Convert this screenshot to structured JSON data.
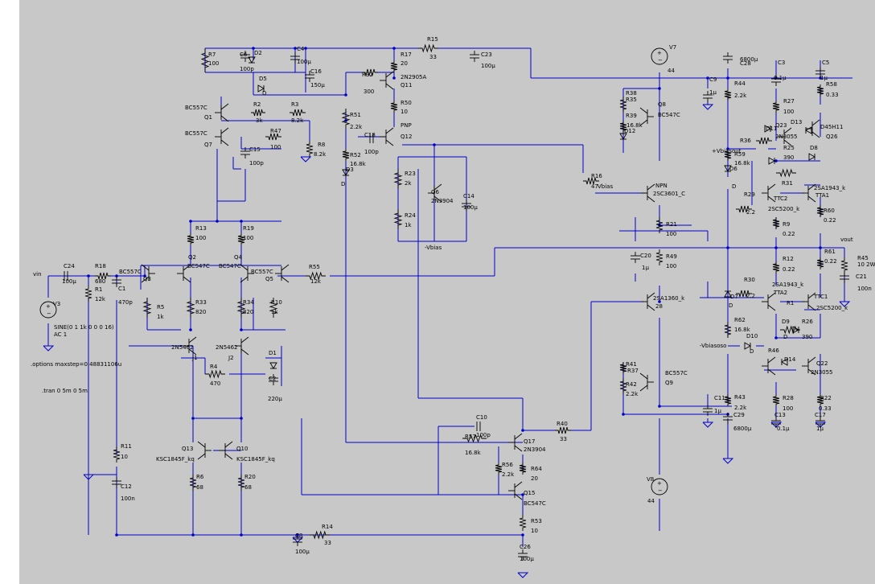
{
  "colors": {
    "wire": "#0000cc",
    "component": "#000000",
    "sheet": "#c8c8c8",
    "margin": "#ffffff"
  },
  "schematic": {
    "labels": [
      {
        "id": "R7",
        "text": "R7"
      },
      {
        "id": "R7v",
        "text": "100"
      },
      {
        "id": "C6",
        "text": "C6"
      },
      {
        "id": "C6v",
        "text": "100p"
      },
      {
        "id": "D2",
        "text": "D2"
      },
      {
        "id": "C4",
        "text": "C4"
      },
      {
        "id": "C4v",
        "text": "100µ"
      },
      {
        "id": "C16",
        "text": "C16"
      },
      {
        "id": "C16v",
        "text": "150µ"
      },
      {
        "id": "D5",
        "text": "D5"
      },
      {
        "id": "D5d",
        "text": "D"
      },
      {
        "id": "R15",
        "text": "R15"
      },
      {
        "id": "R15v",
        "text": "33"
      },
      {
        "id": "R17",
        "text": "R17"
      },
      {
        "id": "R17v",
        "text": "20"
      },
      {
        "id": "C23",
        "text": "C23"
      },
      {
        "id": "C23v",
        "text": "100µ"
      },
      {
        "id": "V7",
        "text": "V7"
      },
      {
        "id": "V7v",
        "text": "44"
      },
      {
        "id": "C28v",
        "text": "6800µ"
      },
      {
        "id": "C28",
        "text": "C28"
      },
      {
        "id": "C3",
        "text": "C3"
      },
      {
        "id": "C3v",
        "text": "0.1µ"
      },
      {
        "id": "C5",
        "text": "C5"
      },
      {
        "id": "C5v",
        "text": "1µ"
      },
      {
        "id": "R32",
        "text": "R32"
      },
      {
        "id": "R32v",
        "text": "300"
      },
      {
        "id": "Q11t",
        "text": "2N2905A"
      },
      {
        "id": "Q11",
        "text": "Q11"
      },
      {
        "id": "R50",
        "text": "R50"
      },
      {
        "id": "R50v",
        "text": "10"
      },
      {
        "id": "PNP",
        "text": "PNP"
      },
      {
        "id": "Q12",
        "text": "Q12"
      },
      {
        "id": "C18",
        "text": "C18"
      },
      {
        "id": "C18v",
        "text": "100p"
      },
      {
        "id": "R51",
        "text": "R51"
      },
      {
        "id": "R51v",
        "text": "2.2k"
      },
      {
        "id": "R52",
        "text": "R52"
      },
      {
        "id": "R52v",
        "text": "16.8k"
      },
      {
        "id": "D3",
        "text": "D3"
      },
      {
        "id": "D3d",
        "text": "D"
      },
      {
        "id": "BC1",
        "text": "BC557C"
      },
      {
        "id": "Q1",
        "text": "Q1"
      },
      {
        "id": "BC2",
        "text": "BC557C"
      },
      {
        "id": "Q7",
        "text": "Q7"
      },
      {
        "id": "R2",
        "text": "R2"
      },
      {
        "id": "R2v",
        "text": "3k"
      },
      {
        "id": "R3",
        "text": "R3"
      },
      {
        "id": "R3v",
        "text": "8.2k"
      },
      {
        "id": "R47",
        "text": "R47"
      },
      {
        "id": "R47v",
        "text": "100"
      },
      {
        "id": "R8",
        "text": "R8"
      },
      {
        "id": "R8v",
        "text": "8.2k"
      },
      {
        "id": "C15",
        "text": "C15"
      },
      {
        "id": "C15v",
        "text": "100p"
      },
      {
        "id": "R23",
        "text": "R23"
      },
      {
        "id": "R23v",
        "text": "2k"
      },
      {
        "id": "Q6",
        "text": "Q6"
      },
      {
        "id": "Q6t",
        "text": "2N3904"
      },
      {
        "id": "R24",
        "text": "R24"
      },
      {
        "id": "R24v",
        "text": "1k"
      },
      {
        "id": "C14",
        "text": "C14"
      },
      {
        "id": "C14v",
        "text": "100µ"
      },
      {
        "id": "vbias",
        "text": "-Vbias"
      },
      {
        "id": "R16",
        "text": "R16"
      },
      {
        "id": "R16v",
        "text": "47"
      },
      {
        "id": "vbias2",
        "text": "Vbias"
      },
      {
        "id": "R38",
        "text": "R38"
      },
      {
        "id": "R35",
        "text": "R35"
      },
      {
        "id": "R39",
        "text": "R39"
      },
      {
        "id": "R39v",
        "text": "16.8k"
      },
      {
        "id": "D12",
        "text": "D12"
      },
      {
        "id": "Q8",
        "text": "Q8"
      },
      {
        "id": "Q8t",
        "text": "BC547C"
      },
      {
        "id": "NPN",
        "text": "NPN"
      },
      {
        "id": "Q2SC",
        "text": "2SC3601_C"
      },
      {
        "id": "R21",
        "text": "R21"
      },
      {
        "id": "R21v",
        "text": "100"
      },
      {
        "id": "R49",
        "text": "R49"
      },
      {
        "id": "R49v",
        "text": "100"
      },
      {
        "id": "C20",
        "text": "C20"
      },
      {
        "id": "C20v",
        "text": "1µ"
      },
      {
        "id": "Q2SA",
        "text": "2SA1360_k"
      },
      {
        "id": "Q2SAn",
        "text": "28"
      },
      {
        "id": "R41",
        "text": "R41"
      },
      {
        "id": "R37",
        "text": "R37"
      },
      {
        "id": "R42",
        "text": "R42"
      },
      {
        "id": "R42v",
        "text": "2.2k"
      },
      {
        "id": "Q9t",
        "text": "BC557C"
      },
      {
        "id": "Q9",
        "text": "Q9"
      },
      {
        "id": "C9",
        "text": "C9"
      },
      {
        "id": "C9v",
        "text": "1µ"
      },
      {
        "id": "R44",
        "text": "R44"
      },
      {
        "id": "R44v",
        "text": "2.2k"
      },
      {
        "id": "R27",
        "text": "R27"
      },
      {
        "id": "R27v",
        "text": "100"
      },
      {
        "id": "R58",
        "text": "R58"
      },
      {
        "id": "R58v",
        "text": "0.33"
      },
      {
        "id": "D11",
        "text": "D11"
      },
      {
        "id": "Q23",
        "text": "Q23"
      },
      {
        "id": "D13",
        "text": "D13"
      },
      {
        "id": "Q2N",
        "text": "2N3055"
      },
      {
        "id": "D45",
        "text": "D45H11"
      },
      {
        "id": "Q26",
        "text": "Q26"
      },
      {
        "id": "vbiasout",
        "text": "+Vbiasout"
      },
      {
        "id": "R36",
        "text": "R36"
      },
      {
        "id": "R59",
        "text": "R59"
      },
      {
        "id": "R59v",
        "text": "16.8k"
      },
      {
        "id": "D6",
        "text": "D6"
      },
      {
        "id": "D6d",
        "text": "D"
      },
      {
        "id": "R25",
        "text": "R25"
      },
      {
        "id": "R25v",
        "text": "390"
      },
      {
        "id": "D8",
        "text": "D8"
      },
      {
        "id": "R29",
        "text": "R29"
      },
      {
        "id": "R29v",
        "text": "2.2"
      },
      {
        "id": "R31",
        "text": "R31"
      },
      {
        "id": "TTC2",
        "text": "TTC2"
      },
      {
        "id": "Q2SC52",
        "text": "2SC5200_k"
      },
      {
        "id": "Q2SA1943",
        "text": "2SA1943_k"
      },
      {
        "id": "TTA1",
        "text": "TTA1"
      },
      {
        "id": "R9",
        "text": "R9"
      },
      {
        "id": "R9v",
        "text": "0.22"
      },
      {
        "id": "R60",
        "text": "R60"
      },
      {
        "id": "R60v",
        "text": "0.22"
      },
      {
        "id": "vout",
        "text": "vout"
      },
      {
        "id": "R61",
        "text": "R61"
      },
      {
        "id": "R61v",
        "text": "0.22"
      },
      {
        "id": "R45",
        "text": "R45"
      },
      {
        "id": "R45v",
        "text": "10 2W"
      },
      {
        "id": "C21",
        "text": "C21"
      },
      {
        "id": "C21v",
        "text": "100n"
      },
      {
        "id": "R12",
        "text": "R12"
      },
      {
        "id": "R12v",
        "text": "0.22"
      },
      {
        "id": "R30",
        "text": "R30"
      },
      {
        "id": "R30v",
        "text": "2.2"
      },
      {
        "id": "Q2SA1943b",
        "text": "2SA1943_k"
      },
      {
        "id": "TTA2",
        "text": "TTA2"
      },
      {
        "id": "R11b",
        "text": "R1"
      },
      {
        "id": "TTC1",
        "text": "TTC1"
      },
      {
        "id": "Q2SC52b",
        "text": "2SC5200_k"
      },
      {
        "id": "D7",
        "text": "D7"
      },
      {
        "id": "D7d",
        "text": "D"
      },
      {
        "id": "R62",
        "text": "R62"
      },
      {
        "id": "R62v",
        "text": "16.8k"
      },
      {
        "id": "D9",
        "text": "D9"
      },
      {
        "id": "D9d",
        "text": "D"
      },
      {
        "id": "R26",
        "text": "R26"
      },
      {
        "id": "R26v",
        "text": "390"
      },
      {
        "id": "vbiasoso",
        "text": "-Vbiasoso"
      },
      {
        "id": "D10",
        "text": "D10"
      },
      {
        "id": "D10d",
        "text": "D"
      },
      {
        "id": "R46",
        "text": "R46"
      },
      {
        "id": "D14",
        "text": "D14"
      },
      {
        "id": "Q22",
        "text": "Q22"
      },
      {
        "id": "Q2N2",
        "text": "2N3055"
      },
      {
        "id": "C11",
        "text": "C11"
      },
      {
        "id": "C11v",
        "text": "1µ"
      },
      {
        "id": "R43",
        "text": "R43"
      },
      {
        "id": "R43v",
        "text": "2.2k"
      },
      {
        "id": "C29",
        "text": "C29"
      },
      {
        "id": "C29v",
        "text": "6800µ"
      },
      {
        "id": "R28",
        "text": "R28"
      },
      {
        "id": "R28v",
        "text": "100"
      },
      {
        "id": "C13",
        "text": "C13"
      },
      {
        "id": "C13v",
        "text": "0.1µ"
      },
      {
        "id": "R22",
        "text": "R22"
      },
      {
        "id": "R22v",
        "text": "0.33"
      },
      {
        "id": "C17",
        "text": "C17"
      },
      {
        "id": "C17v",
        "text": "1µ"
      },
      {
        "id": "vin",
        "text": "vin"
      },
      {
        "id": "C24",
        "text": "C24"
      },
      {
        "id": "C24v",
        "text": "100µ"
      },
      {
        "id": "R18",
        "text": "R18"
      },
      {
        "id": "R18v",
        "text": "680"
      },
      {
        "id": "R1",
        "text": "R1"
      },
      {
        "id": "R1v",
        "text": "12k"
      },
      {
        "id": "C1",
        "text": "C1"
      },
      {
        "id": "C1v",
        "text": "470p"
      },
      {
        "id": "V3",
        "text": "V3"
      },
      {
        "id": "sine",
        "text": "SINE(0 1 1k 0 0 0 16)"
      },
      {
        "id": "ac",
        "text": "AC 1"
      },
      {
        "id": "opts",
        "text": ".options maxstep=0.48831106u"
      },
      {
        "id": "tran",
        "text": ".tran 0 5m 0 5m"
      },
      {
        "id": "R13",
        "text": "R13"
      },
      {
        "id": "R13v",
        "text": "100"
      },
      {
        "id": "R19",
        "text": "R19"
      },
      {
        "id": "R19v",
        "text": "100"
      },
      {
        "id": "BC3",
        "text": "BC557C"
      },
      {
        "id": "Q3",
        "text": "Q3"
      },
      {
        "id": "Q2",
        "text": "Q2"
      },
      {
        "id": "BC4",
        "text": "BC547C"
      },
      {
        "id": "Q4",
        "text": "Q4"
      },
      {
        "id": "BC5",
        "text": "BC547C"
      },
      {
        "id": "BC6",
        "text": "BC557C"
      },
      {
        "id": "Q5",
        "text": "Q5"
      },
      {
        "id": "R55",
        "text": "R55"
      },
      {
        "id": "R55v",
        "text": "12k"
      },
      {
        "id": "R5",
        "text": "R5"
      },
      {
        "id": "R5v",
        "text": "1k"
      },
      {
        "id": "R33",
        "text": "R33"
      },
      {
        "id": "R33v",
        "text": "820"
      },
      {
        "id": "R34",
        "text": "R34"
      },
      {
        "id": "R34v",
        "text": "820"
      },
      {
        "id": "R10",
        "text": "R10"
      },
      {
        "id": "R10v",
        "text": "1k"
      },
      {
        "id": "J1t",
        "text": "2N5462"
      },
      {
        "id": "J1",
        "text": "J1"
      },
      {
        "id": "J2t",
        "text": "2N5462"
      },
      {
        "id": "J2",
        "text": "J2"
      },
      {
        "id": "D1",
        "text": "D1"
      },
      {
        "id": "R4",
        "text": "R4"
      },
      {
        "id": "R4v",
        "text": "470"
      },
      {
        "id": "C2",
        "text": "C2"
      },
      {
        "id": "C2v",
        "text": "220µ"
      },
      {
        "id": "R11",
        "text": "R11"
      },
      {
        "id": "R11v",
        "text": "10"
      },
      {
        "id": "C12",
        "text": "C12"
      },
      {
        "id": "C12v",
        "text": "100n"
      },
      {
        "id": "Q13",
        "text": "Q13"
      },
      {
        "id": "Q13t",
        "text": "KSC1845F_kq"
      },
      {
        "id": "Q10",
        "text": "Q10"
      },
      {
        "id": "Q10t",
        "text": "KSC1845F_kq"
      },
      {
        "id": "R6",
        "text": "R6"
      },
      {
        "id": "R6v",
        "text": "68"
      },
      {
        "id": "R20",
        "text": "R20"
      },
      {
        "id": "R20v",
        "text": "68"
      },
      {
        "id": "C10",
        "text": "C10"
      },
      {
        "id": "C10v",
        "text": "100p"
      },
      {
        "id": "R57",
        "text": "R57"
      },
      {
        "id": "R57v",
        "text": "16.8k"
      },
      {
        "id": "Q17",
        "text": "Q17"
      },
      {
        "id": "Q17t",
        "text": "2N3904"
      },
      {
        "id": "R40",
        "text": "R40"
      },
      {
        "id": "R40v",
        "text": "33"
      },
      {
        "id": "R56",
        "text": "R56"
      },
      {
        "id": "R56v",
        "text": "2.2k"
      },
      {
        "id": "R64",
        "text": "R64"
      },
      {
        "id": "R64v",
        "text": "20"
      },
      {
        "id": "Q15",
        "text": "Q15"
      },
      {
        "id": "Q15t",
        "text": "BC547C"
      },
      {
        "id": "R53",
        "text": "R53"
      },
      {
        "id": "R53v",
        "text": "10"
      },
      {
        "id": "V8",
        "text": "V8"
      },
      {
        "id": "V8v",
        "text": "44"
      },
      {
        "id": "C8",
        "text": "C8"
      },
      {
        "id": "C8v",
        "text": "100µ"
      },
      {
        "id": "R14",
        "text": "R14"
      },
      {
        "id": "R14v",
        "text": "33"
      },
      {
        "id": "C26",
        "text": "C26"
      },
      {
        "id": "C26v",
        "text": "100µ"
      }
    ]
  }
}
